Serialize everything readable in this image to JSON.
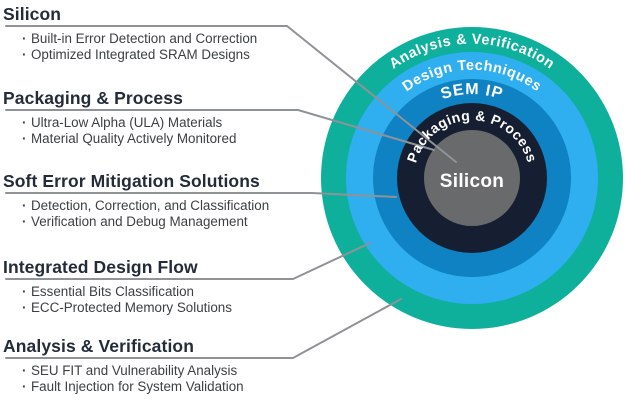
{
  "sections": [
    {
      "title": "Silicon",
      "bullets": [
        "Built-in Error Detection and Correction",
        "Optimized Integrated SRAM Designs"
      ]
    },
    {
      "title": "Packaging & Process",
      "bullets": [
        "Ultra-Low Alpha (ULA) Materials",
        "Material Quality Actively Monitored"
      ]
    },
    {
      "title": "Soft Error Mitigation Solutions",
      "bullets": [
        "Detection, Correction, and Classification",
        "Verification and Debug Management"
      ]
    },
    {
      "title": "Integrated Design Flow",
      "bullets": [
        "Essential Bits Classification",
        "ECC-Protected Memory Solutions"
      ]
    },
    {
      "title": "Analysis & Verification",
      "bullets": [
        "SEU FIT and Vulnerability Analysis",
        "Fault Injection for System Validation"
      ]
    }
  ],
  "rings": [
    {
      "label": "Analysis & Verification",
      "color": "#0eb09c"
    },
    {
      "label": "Design Techniques",
      "color": "#2faef0"
    },
    {
      "label": "SEM IP",
      "color": "#0f82c4"
    },
    {
      "label": "Packaging & Process",
      "color": "#161f31"
    },
    {
      "label": "Silicon",
      "color": "#696a6c"
    }
  ],
  "connector_color": "#8f9296"
}
